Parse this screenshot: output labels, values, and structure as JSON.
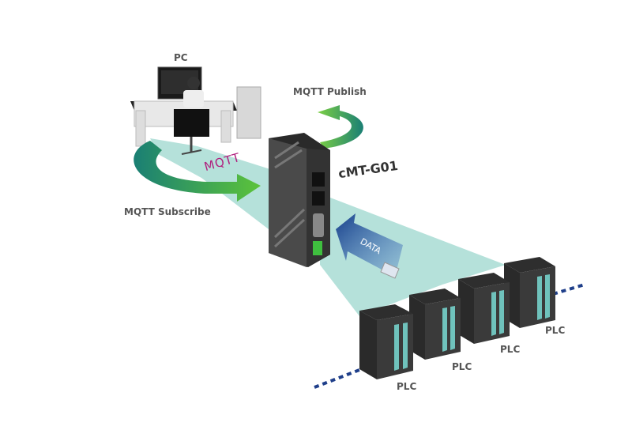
{
  "labels": {
    "pc": "PC",
    "mqtt_publish": "MQTT Publish",
    "gateway": "cMT-G01",
    "mqtt": "MQTT",
    "mqtt_subscribe": "MQTT Subscribe",
    "data": "DATA",
    "plcs": [
      "PLC",
      "PLC",
      "PLC",
      "PLC"
    ]
  },
  "colors": {
    "beam": "#a8dcd3",
    "arrow_green": "#4caf50",
    "arrow_teal": "#1f8a7a",
    "data_arrow": "#1d4e9c",
    "device": "#3a3a3a",
    "mqtt_text": "#b0207e",
    "network_line": "#1f3f8a"
  }
}
